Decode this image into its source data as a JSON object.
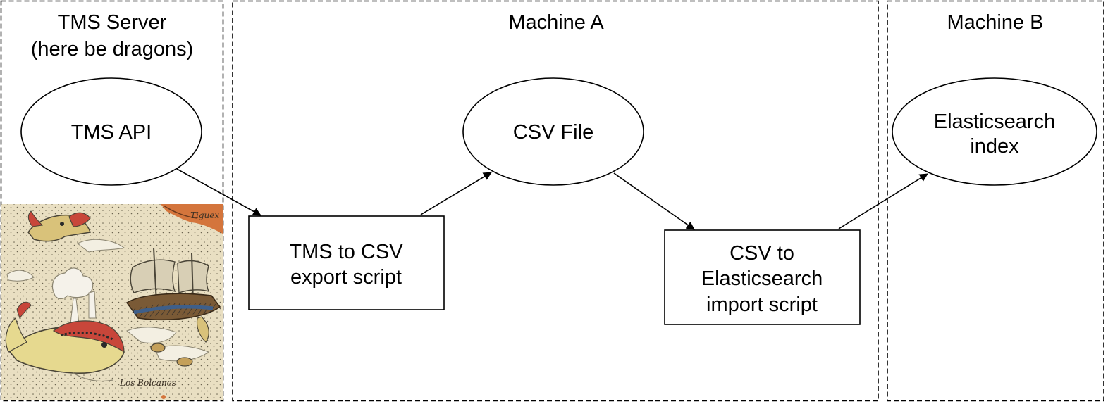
{
  "zones": {
    "tms": {
      "title_line1": "TMS Server",
      "title_line2": "(here be dragons)"
    },
    "machine_a": {
      "title": "Machine A"
    },
    "machine_b": {
      "title": "Machine B"
    }
  },
  "nodes": {
    "tms_api": "TMS API",
    "export_script": {
      "line1": "TMS to CSV",
      "line2": "export script"
    },
    "csv_file": "CSV File",
    "import_script": {
      "line1": "CSV to",
      "line2": "Elasticsearch",
      "line3": "import script"
    },
    "es_index": {
      "line1": "Elasticsearch",
      "line2": "index"
    }
  },
  "map_image": {
    "labels": {
      "place_upper": "Tiguex",
      "place_lower": "Los Bolcanes"
    }
  },
  "colors": {
    "stroke": "#000000",
    "background": "#ffffff",
    "map_paper": "#e9dfc2",
    "map_ink": "#4a4538",
    "sea_monster_body": "#e6d98f",
    "sea_monster_red": "#c8463a",
    "ship_hull": "#7a5a36",
    "ship_band": "#3e5f8a",
    "land_orange": "#d4753c"
  }
}
